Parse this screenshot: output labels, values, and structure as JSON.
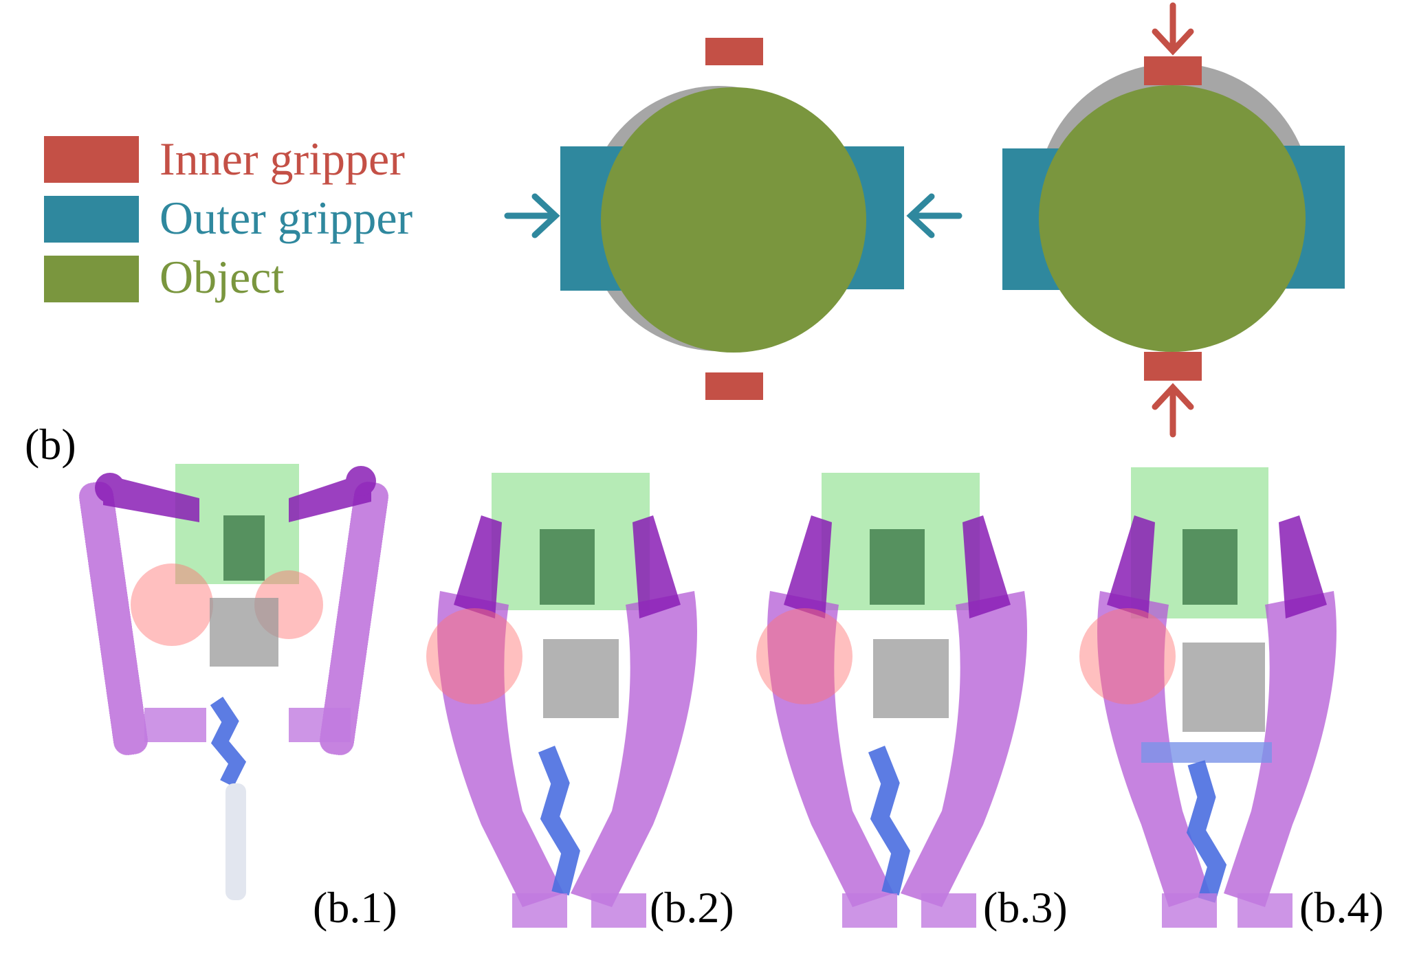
{
  "legend": {
    "items": [
      {
        "label": "Inner gripper",
        "color": "#c45046"
      },
      {
        "label": "Outer gripper",
        "color": "#2f889e"
      },
      {
        "label": "Object",
        "color": "#7a963e"
      }
    ]
  },
  "colors": {
    "inner": "#c45046",
    "outer": "#2f889e",
    "object": "#7a963e",
    "shadow": "#a6a6a6",
    "link_purple": "#b35ad6",
    "link_dark": "#8a1fb5",
    "housing_green": "#a9e7a9",
    "tendon_blue": "#4a6ee0"
  },
  "section_b": {
    "label": "(b)",
    "panels": [
      {
        "label": "(b.1)",
        "state": "open"
      },
      {
        "label": "(b.2)",
        "state": "outer-closed"
      },
      {
        "label": "(b.3)",
        "state": "outer-closed"
      },
      {
        "label": "(b.4)",
        "state": "inner-closed"
      }
    ]
  }
}
